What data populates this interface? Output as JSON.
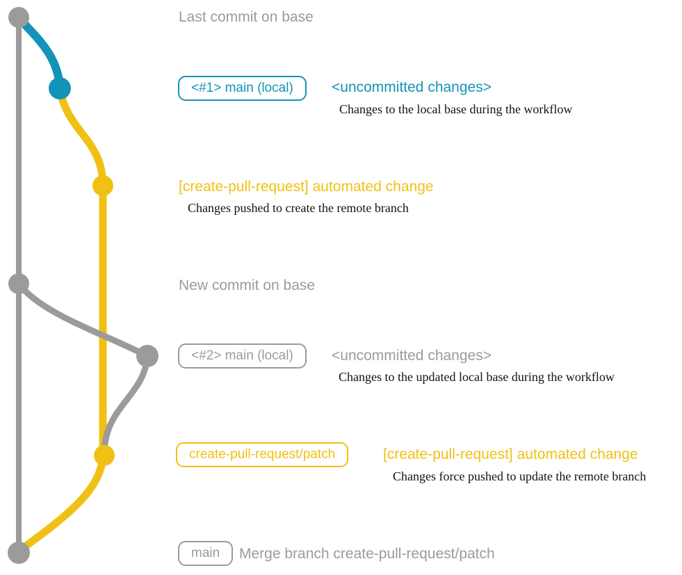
{
  "colors": {
    "gray": "#9b9b9b",
    "blue": "#1493b8",
    "yellow": "#f0c114",
    "ink": "#121212"
  },
  "annotations": {
    "last_commit": "Last commit on base",
    "new_commit": "New commit on base"
  },
  "row_local1": {
    "badge": "<#1> main (local)",
    "note": "<uncommitted changes>",
    "desc": "Changes to the local base during the workflow"
  },
  "row_push1": {
    "note": "[create-pull-request] automated change",
    "desc": "Changes pushed to create the remote branch"
  },
  "row_local2": {
    "badge": "<#2> main (local)",
    "note": "<uncommitted changes>",
    "desc": "Changes to the updated local base during the workflow"
  },
  "row_push2": {
    "badge": "create-pull-request/patch",
    "note": "[create-pull-request] automated change",
    "desc": "Changes force pushed to update the remote branch"
  },
  "row_merge": {
    "badge": "main",
    "note": "Merge branch create-pull-request/patch"
  },
  "graph": {
    "branches": [
      {
        "name": "base",
        "color": "#9b9b9b"
      },
      {
        "name": "main (local)",
        "color": "#1493b8"
      },
      {
        "name": "create-pull-request/patch",
        "color": "#f0c114"
      }
    ],
    "commits": [
      {
        "branch": "base",
        "label": "Last commit on base"
      },
      {
        "branch": "main (local)",
        "label": "<#1> main (local) <uncommitted changes>"
      },
      {
        "branch": "create-pull-request/patch",
        "label": "[create-pull-request] automated change"
      },
      {
        "branch": "base",
        "label": "New commit on base"
      },
      {
        "branch": "main (local)",
        "label": "<#2> main (local) <uncommitted changes>"
      },
      {
        "branch": "create-pull-request/patch",
        "label": "[create-pull-request] automated change (force push)"
      },
      {
        "branch": "base",
        "label": "Merge branch create-pull-request/patch"
      }
    ]
  }
}
